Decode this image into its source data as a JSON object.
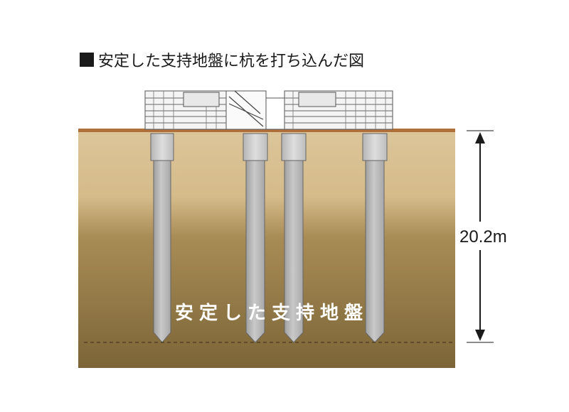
{
  "title": {
    "marker": "■",
    "text": "安定した支持地盤に杭を打ち込んだ図"
  },
  "diagram": {
    "ground_label": "安定した支持地盤",
    "depth_label": "20.2m",
    "pile_count": 4
  },
  "colors": {
    "surface_line": "#b0703a",
    "soil_top": "#dcc59a",
    "soil_mid": "#a88c55",
    "soil_bottom": "#7f6a3c",
    "pile_fill": "#b9b9b9",
    "pile_cap": "#cfcfcf",
    "dashed_line": "#4a3a1f"
  }
}
